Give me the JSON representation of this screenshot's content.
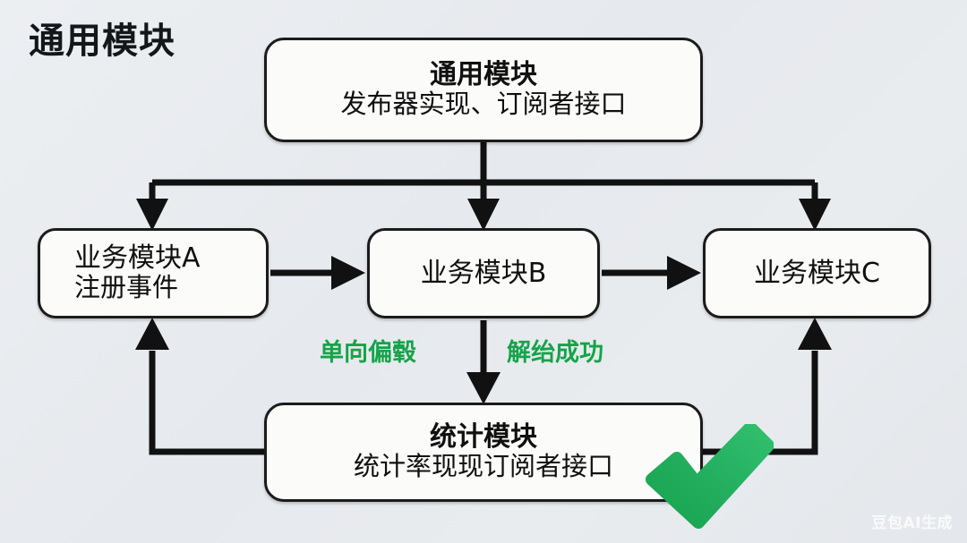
{
  "page": {
    "title": "通用模块",
    "background_color": "#e8ebee",
    "accent_green": "#16a34a",
    "check_green": "#22a85c",
    "line_color": "#111111",
    "box_fill": "#fbfbf9"
  },
  "nodes": {
    "common": {
      "title": "通用模块",
      "subtitle": "发布器实现、订阅者接口"
    },
    "biz_a": {
      "title": "业务模块A",
      "subtitle": "注册事件"
    },
    "biz_b": {
      "title": "业务模块B",
      "subtitle": ""
    },
    "biz_c": {
      "title": "业务模块C",
      "subtitle": ""
    },
    "stats": {
      "title": "统计模块",
      "subtitle": "统计率现现订阅者接口"
    }
  },
  "edge_labels": {
    "left": "单向偏毂",
    "right": "解绐成功"
  },
  "icons": {
    "check": "check-mark-icon"
  },
  "watermark": {
    "text": "豆包AI生成"
  }
}
